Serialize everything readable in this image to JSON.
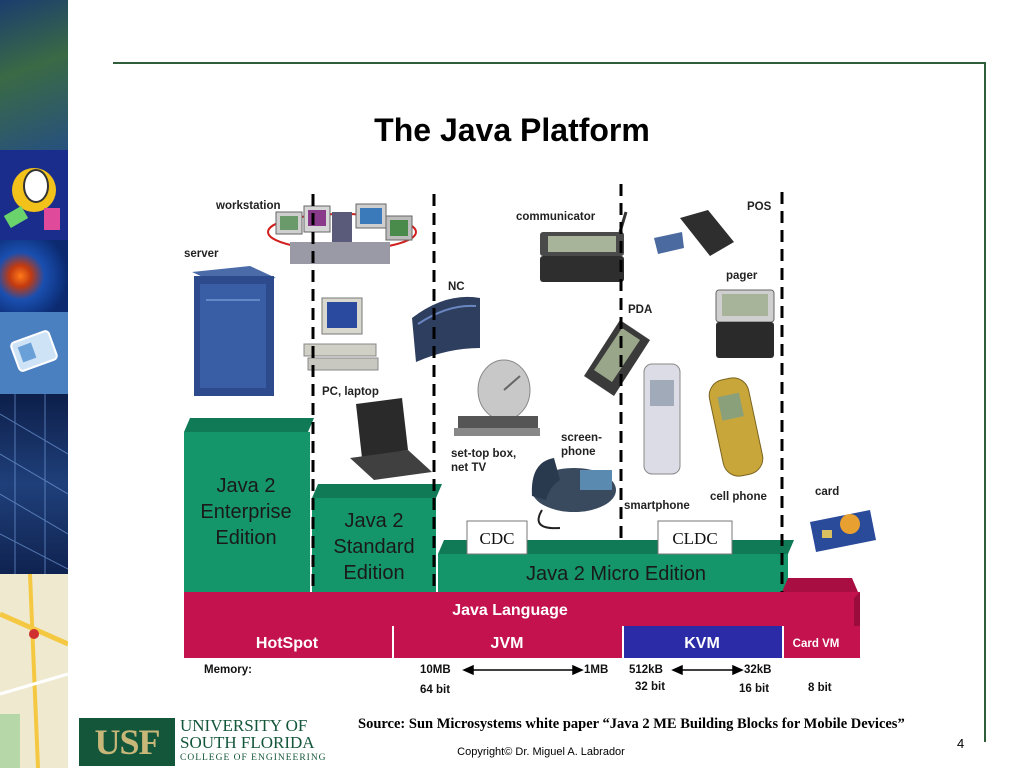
{
  "slide": {
    "title": "The Java Platform",
    "source": "Source: Sun Microsystems white paper “Java 2 ME Building Blocks for Mobile Devices”",
    "page_number": "4",
    "copyright": "Copyright© Dr. Miguel A. Labrador"
  },
  "logo": {
    "mark": "USF",
    "line1": "UNIVERSITY OF",
    "line2": "SOUTH FLORIDA",
    "line3": "COLLEGE OF ENGINEERING"
  },
  "devices": {
    "workstation": "workstation",
    "server": "server",
    "pc_laptop": "PC, laptop",
    "nc": "NC",
    "communicator": "communicator",
    "pos": "POS",
    "pager": "pager",
    "pda": "PDA",
    "set_top_1": "set-top box,",
    "set_top_2": "net TV",
    "screen_phone_1": "screen-",
    "screen_phone_2": "phone",
    "smartphone": "smartphone",
    "cell_phone": "cell phone",
    "card": "card"
  },
  "editions": {
    "ee_1": "Java 2",
    "ee_2": "Enterprise",
    "ee_3": "Edition",
    "se_1": "Java 2",
    "se_2": "Standard",
    "se_3": "Edition",
    "me": "Java 2 Micro Edition",
    "cdc": "CDC",
    "cldc": "CLDC"
  },
  "layers": {
    "language": "Java Language",
    "hotspot": "HotSpot",
    "jvm": "JVM",
    "kvm": "KVM",
    "cardvm": "Card VM"
  },
  "memory": {
    "label": "Memory:",
    "jvm_high": "10MB",
    "jvm_low": "1MB",
    "kvm_high": "512kB",
    "kvm_low": "32kB",
    "bits_64": "64 bit",
    "bits_32": "32 bit",
    "bits_16": "16 bit",
    "bits_8": "8 bit"
  },
  "colors": {
    "edition_green": "#14956a",
    "edition_green_top": "#0f7a55",
    "language_red": "#c4124f",
    "kvm_blue": "#2b2ba8",
    "frame_green": "#2e5e3a",
    "usf_green": "#13563a"
  }
}
